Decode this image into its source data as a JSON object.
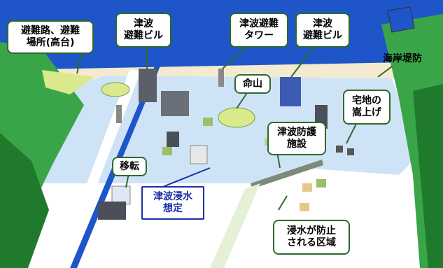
{
  "labels": {
    "evac_route": "避難路、避難\n場所(高台)",
    "tsunami_building_left": "津波\n避難ビル",
    "tsunami_tower": "津波避難\nタワー",
    "tsunami_building_right": "津波\n避難ビル",
    "seawall": "海岸堤防",
    "life_hill": "命山",
    "house_raising": "宅地の\n嵩上げ",
    "tsunami_defense": "津波防護\n施設",
    "relocation": "移転",
    "inundation_assumed": "津波浸水\n想定",
    "flood_prevented_area": "浸水が防止\nされる区域"
  },
  "colors": {
    "sea": "#1e55c8",
    "flood_zone": "#cfe3f7",
    "hill_green": "#3aa548",
    "hill_dark": "#1f7a2c",
    "callout_border": "#2d6a2d",
    "blue_label": "#1b2fa8"
  }
}
